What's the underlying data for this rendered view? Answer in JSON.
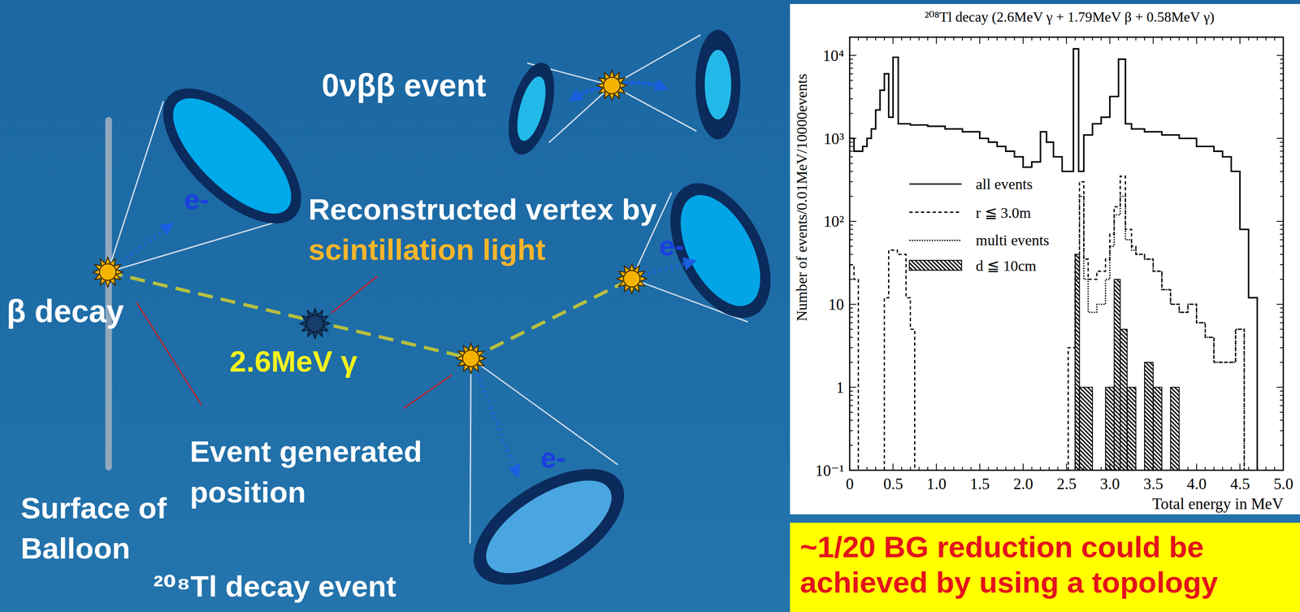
{
  "diagram": {
    "nodes": [
      {
        "text": [
          "²⁰⁸Tl decay (2.6MeV γ + 1.79MeV β + 0.58MeV γ)"
        ]
      },
      {
        "text": [
          "~1/20 BG reduction could be achieved by using a topology"
        ]
      }
    ],
    "labels": [
      "0νββ event",
      "e-",
      "Reconstructed vertex by",
      "scintillation light",
      "e-",
      "β decay",
      "2.6MeV γ",
      "Event generated position",
      "e-",
      "Surface of Balloon",
      "²⁰⁸Tl decay event",
      "10⁴",
      "10³",
      "10²",
      "10",
      "1",
      "10⁻¹",
      "Number of events/0.01MeV/10000events",
      "0",
      "0.5",
      "1.0",
      "1.5",
      "2.0",
      "2.5",
      "3.0",
      "3.5",
      "4.0",
      "4.5",
      "5.0",
      "Total energy in MeV"
    ],
    "legend": [
      {
        "text": "all events"
      },
      {
        "text": "r ≦ 3.0m"
      },
      {
        "text": "multi events"
      },
      {
        "text": "d ≦ 10cm"
      }
    ]
  }
}
